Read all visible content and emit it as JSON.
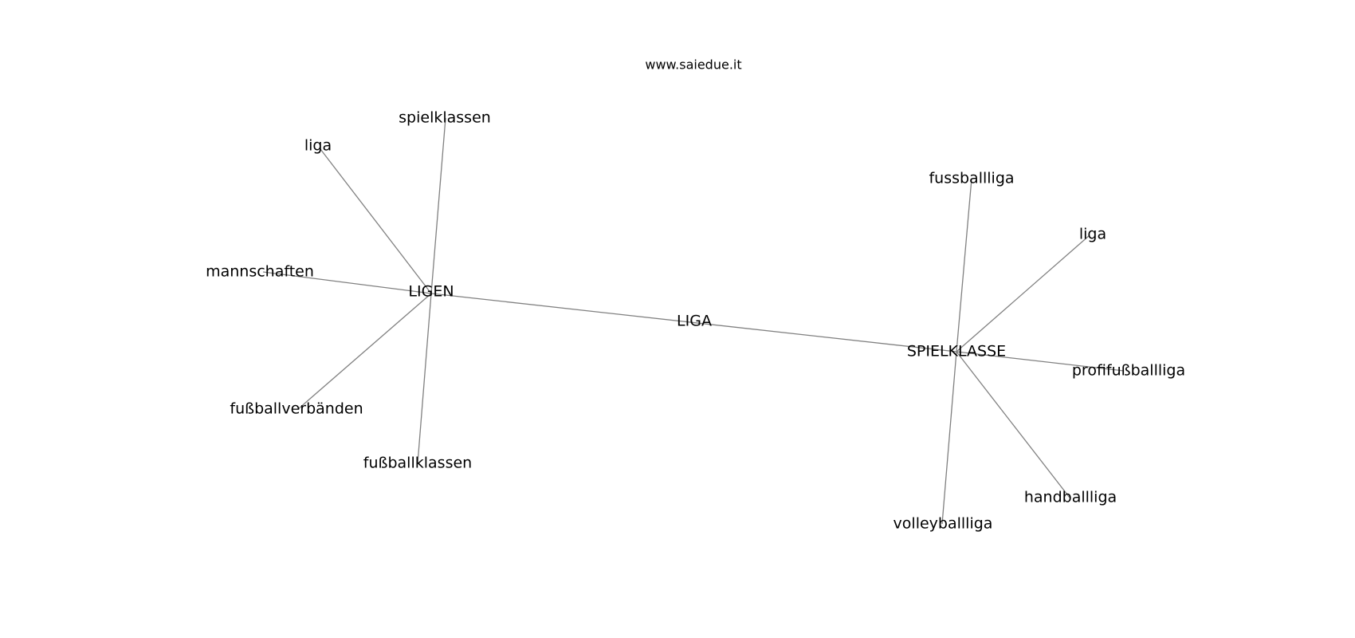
{
  "watermark": "www.saiedue.it",
  "center": {
    "label": "LIGA"
  },
  "hubs": [
    {
      "label": "LIGEN",
      "leaves": [
        "spielklassen",
        "liga",
        "mannschaften",
        "fußballverbänden",
        "fußballklassen"
      ]
    },
    {
      "label": "SPIELKLASSE",
      "leaves": [
        "fussballliga",
        "liga",
        "profifußballliga",
        "handballliga",
        "volleyballliga"
      ]
    }
  ],
  "colors": {
    "edge": "#808080",
    "text": "#000000",
    "background": "#ffffff"
  }
}
